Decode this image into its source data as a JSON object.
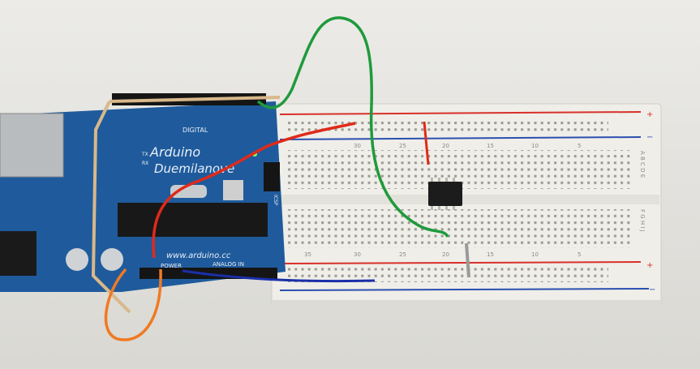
{
  "board": {
    "brand": "Arduino",
    "model": "Duemilanove",
    "header_label_digital": "DIGITAL",
    "url": "www.arduino.cc",
    "header_label_power": "POWER",
    "header_label_analog": "ANALOG IN",
    "led_labels": [
      "TX",
      "RX"
    ],
    "icsp_label": "ICSP",
    "colors": {
      "pcb": "#1f5b9c",
      "wire_green": "#1f9a3c",
      "wire_red": "#e02a1a",
      "wire_blue": "#1a2fa8",
      "wire_orange": "#f07a22"
    }
  },
  "breadboard": {
    "column_numbers": [
      "30",
      "25",
      "20",
      "15",
      "10",
      "5"
    ],
    "bottom_column_numbers": [
      "35",
      "30",
      "25",
      "20",
      "15",
      "10",
      "5"
    ],
    "row_letters_top": "A B C D E",
    "row_letters_bottom": "F G H I J",
    "rail_plus": "+",
    "rail_minus": "−",
    "colors": {
      "body": "#efeee8",
      "rail_red": "#d8302a",
      "rail_blue": "#2a4fb0"
    }
  }
}
